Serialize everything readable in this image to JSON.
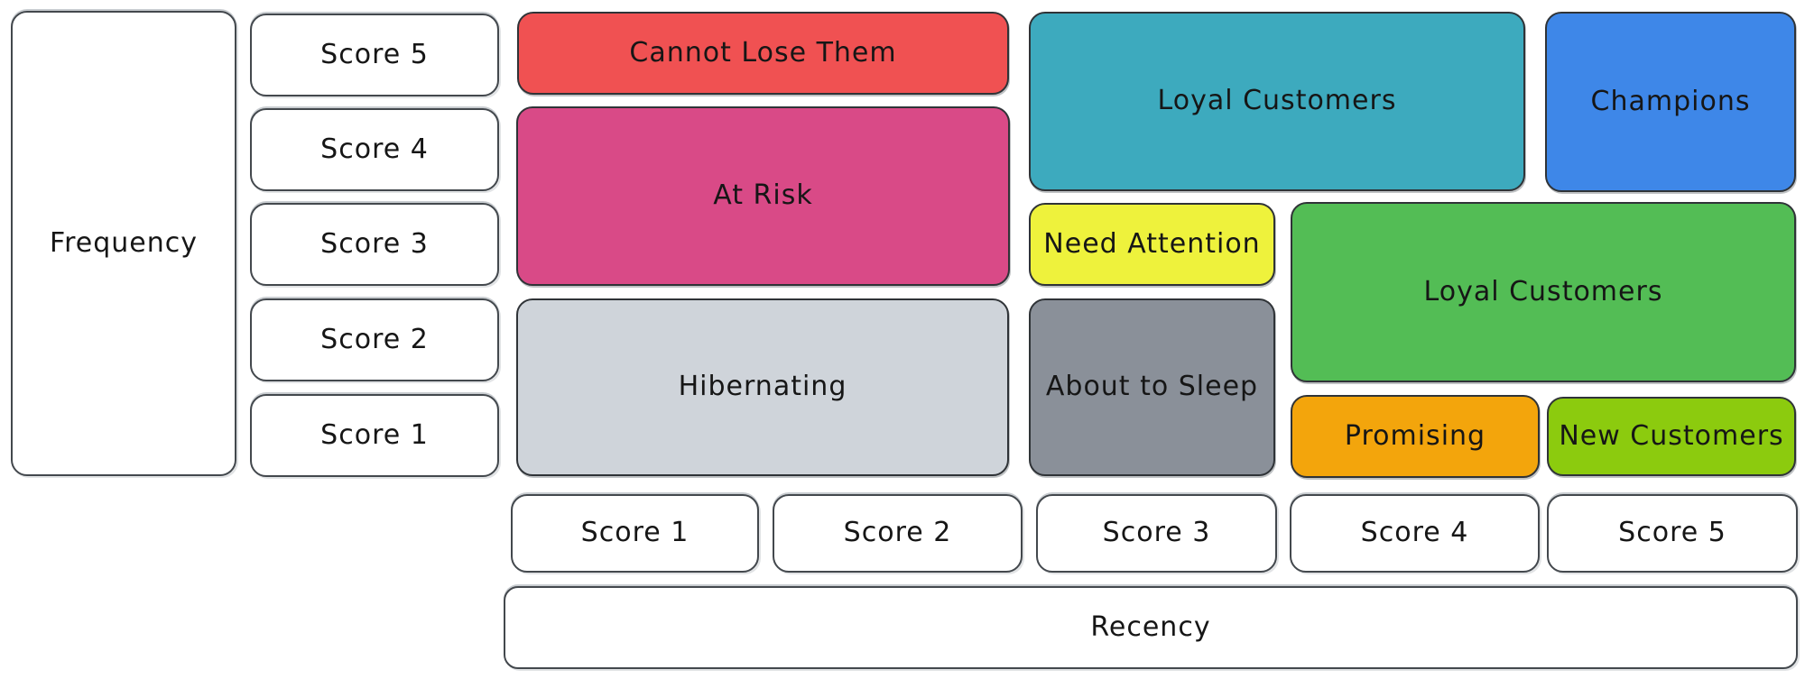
{
  "axes": {
    "frequency": {
      "label": "Frequency",
      "scores": [
        "Score 5",
        "Score 4",
        "Score 3",
        "Score 2",
        "Score 1"
      ]
    },
    "recency": {
      "label": "Recency",
      "scores": [
        "Score 1",
        "Score 2",
        "Score 3",
        "Score 4",
        "Score 5"
      ]
    }
  },
  "segments": [
    {
      "label": "Cannot Lose Them",
      "color": "#f05152"
    },
    {
      "label": "At Risk",
      "color": "#d94a87"
    },
    {
      "label": "Hibernating",
      "color": "#cfd4da"
    },
    {
      "label": "Loyal Customers",
      "color": "#3daabe"
    },
    {
      "label": "Need Attention",
      "color": "#eef23c"
    },
    {
      "label": "About to Sleep",
      "color": "#8a9099"
    },
    {
      "label": "Champions",
      "color": "#3e87e8"
    },
    {
      "label": "Loyal Customers",
      "color": "#53bd55"
    },
    {
      "label": "Promising",
      "color": "#f3a50c"
    },
    {
      "label": "New Customers",
      "color": "#8ccb0e"
    }
  ],
  "colors": {
    "background": "#ffffff",
    "text": "#1b1b1b",
    "shape_border": "#2f3337",
    "white_box_border": "#43484d"
  }
}
